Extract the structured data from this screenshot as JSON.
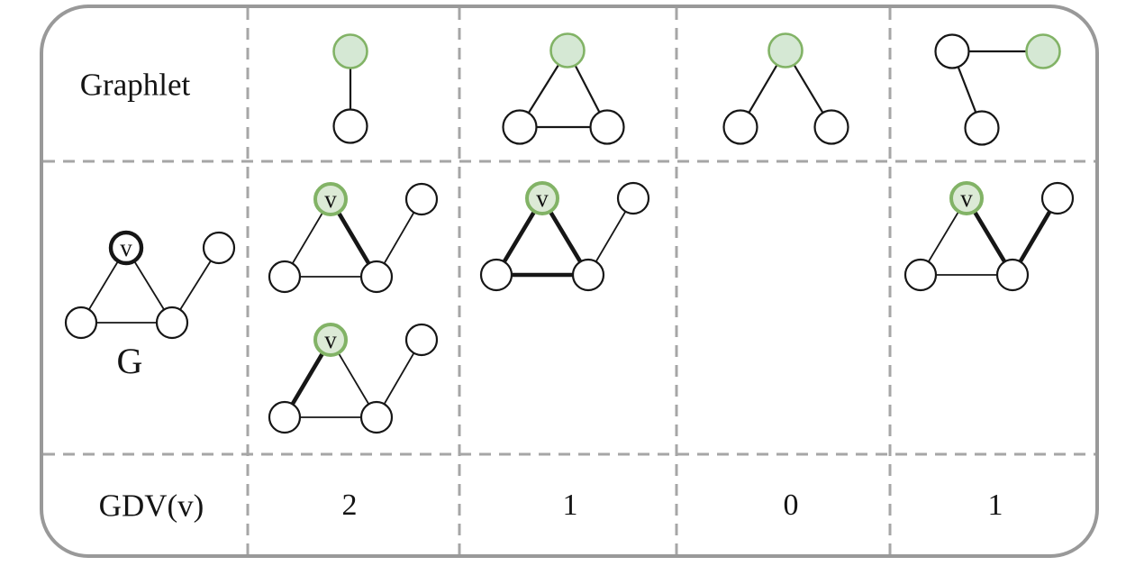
{
  "diagram": {
    "row_labels": {
      "graphlet": "Graphlet",
      "gdv": "GDV(v)"
    },
    "graph_label": "G",
    "vertex_label": "v",
    "gdv_values": [
      "2",
      "1",
      "0",
      "1"
    ],
    "graphlet_icons": [
      "edge-graphlet",
      "triangle-graphlet",
      "wedge-graphlet",
      "path-graphlet"
    ],
    "colors": {
      "highlight_fill": "#d5e8d4",
      "highlight_stroke": "#82b366",
      "frame_gray": "#999999",
      "dash_gray": "#a6a6a6",
      "ink": "#161616"
    }
  }
}
